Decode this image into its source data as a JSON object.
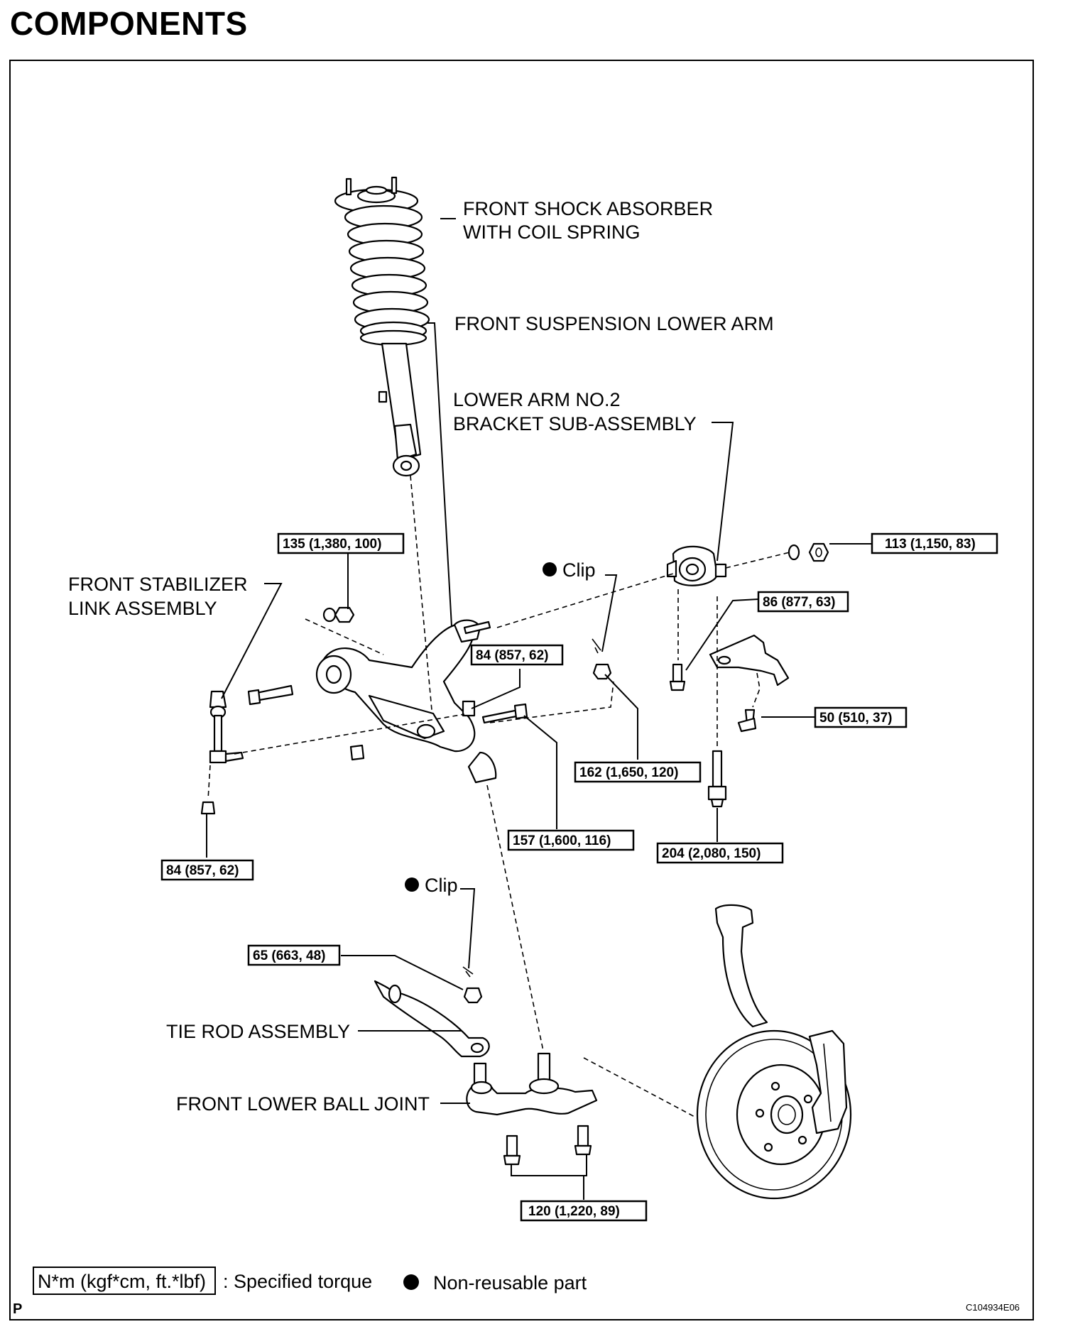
{
  "title": "COMPONENTS",
  "labels": {
    "shock_line1": "FRONT SHOCK ABSORBER",
    "shock_line2": "WITH COIL SPRING",
    "lower_arm": "FRONT SUSPENSION LOWER ARM",
    "bracket_line1": "LOWER ARM NO.2",
    "bracket_line2": "BRACKET SUB-ASSEMBLY",
    "stab_line1": "FRONT STABILIZER",
    "stab_line2": "LINK ASSEMBLY",
    "clip_upper": "Clip",
    "clip_lower": "Clip",
    "tie_rod": "TIE ROD ASSEMBLY",
    "ball_joint": "FRONT LOWER BALL JOINT"
  },
  "torques": {
    "t135": "135 (1,380, 100)",
    "t113": "113 (1,150, 83)",
    "t86": "86 (877, 63)",
    "t84a": "84 (857, 62)",
    "t50": "50 (510, 37)",
    "t162": "162 (1,650, 120)",
    "t157": "157 (1,600, 116)",
    "t204": "204 (2,080, 150)",
    "t84b": "84 (857, 62)",
    "t65": "65 (663, 48)",
    "t120": "120 (1,220, 89)"
  },
  "legend": {
    "unit_box": "N*m (kgf*cm, ft.*lbf)",
    "torque_text": ": Specified torque",
    "nonreusable_text": "Non-reusable part"
  },
  "footer": {
    "left_mark": "P",
    "figure_code": "C104934E06"
  }
}
